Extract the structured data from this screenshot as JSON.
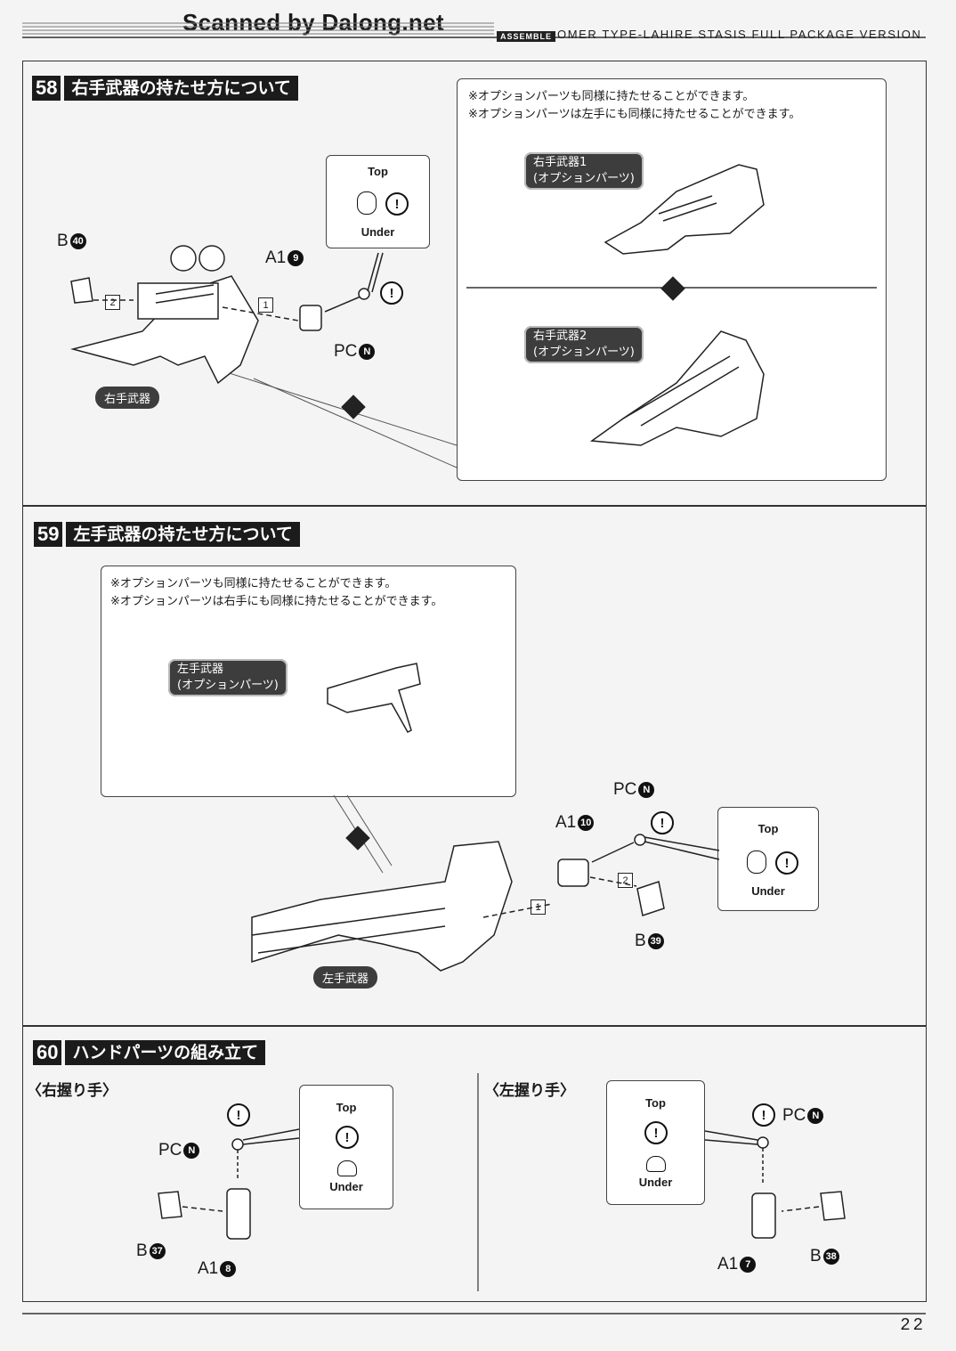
{
  "header": {
    "watermark": "Scanned by Dalong.net",
    "assemble_tag": "ASSEMBLE",
    "title": "OMER TYPE-LAHIRE STASIS FULL PACKAGE VERSION"
  },
  "step58": {
    "number": "58",
    "title": "右手武器の持たせ方について",
    "notes": [
      "※オプションパーツも同様に持たせることができます。",
      "※オプションパーツは左手にも同様に持たせることができます。"
    ],
    "option1": [
      "右手武器1",
      "(オプションパーツ)"
    ],
    "option2": [
      "右手武器2",
      "(オプションパーツ)"
    ],
    "weapon_label": "右手武器",
    "parts": {
      "b": {
        "letter": "B",
        "num": "40"
      },
      "a1": {
        "letter": "A1",
        "num": "9"
      },
      "pc": {
        "letter": "PC",
        "num": "N"
      }
    },
    "orient": {
      "top": "Top",
      "under": "Under"
    },
    "steps": [
      "1",
      "2"
    ]
  },
  "step59": {
    "number": "59",
    "title": "左手武器の持たせ方について",
    "notes": [
      "※オプションパーツも同様に持たせることができます。",
      "※オプションパーツは右手にも同様に持たせることができます。"
    ],
    "option": [
      "左手武器",
      "(オプションパーツ)"
    ],
    "weapon_label": "左手武器",
    "parts": {
      "pc": {
        "letter": "PC",
        "num": "N"
      },
      "a1": {
        "letter": "A1",
        "num": "10"
      },
      "b": {
        "letter": "B",
        "num": "39"
      }
    },
    "orient": {
      "top": "Top",
      "under": "Under"
    },
    "steps": [
      "1",
      "2"
    ]
  },
  "step60": {
    "number": "60",
    "title": "ハンドパーツの組み立て",
    "right": {
      "label": "〈右握り手〉",
      "pc": {
        "letter": "PC",
        "num": "N"
      },
      "b": {
        "letter": "B",
        "num": "37"
      },
      "a1": {
        "letter": "A1",
        "num": "8"
      },
      "orient": {
        "top": "Top",
        "under": "Under"
      }
    },
    "left": {
      "label": "〈左握り手〉",
      "pc": {
        "letter": "PC",
        "num": "N"
      },
      "b": {
        "letter": "B",
        "num": "38"
      },
      "a1": {
        "letter": "A1",
        "num": "7"
      },
      "orient": {
        "top": "Top",
        "under": "Under"
      }
    }
  },
  "warning_symbol": "!",
  "page_number": "22"
}
